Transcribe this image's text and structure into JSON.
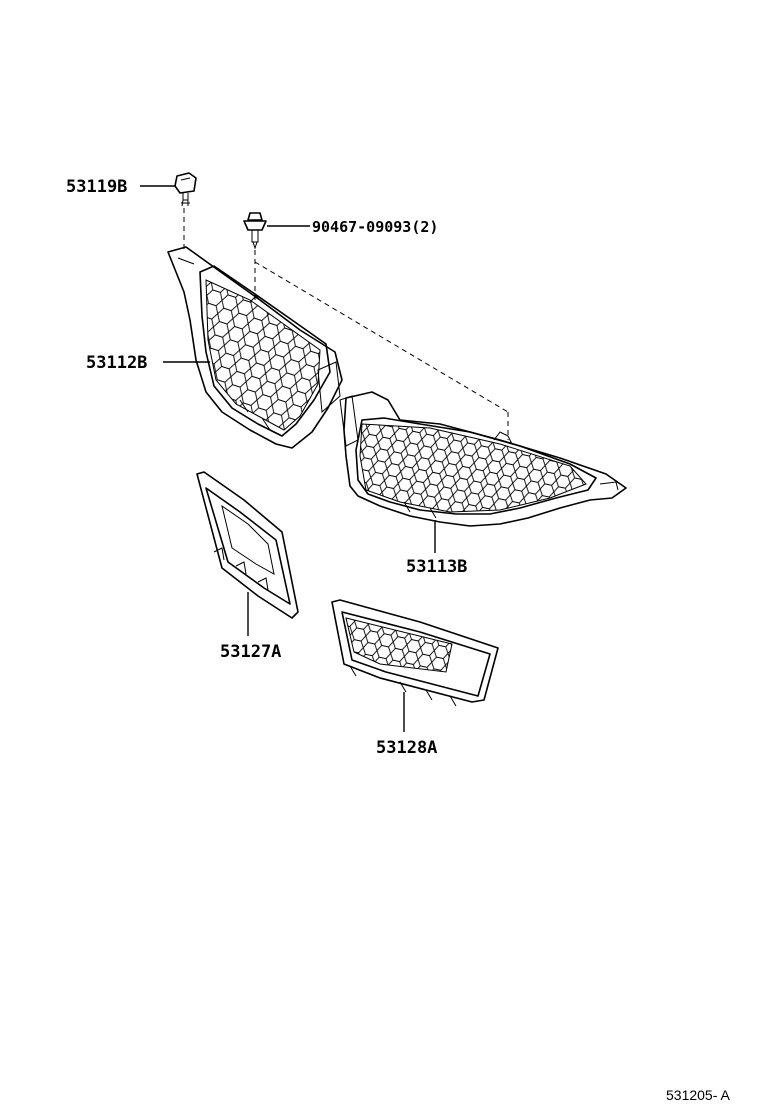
{
  "labels": {
    "clip_53119b": "53119B",
    "screw_90467": "90467-09093(2)",
    "grille_left_53112b": "53112B",
    "grille_right_53113b": "53113B",
    "panel_53127a": "53127A",
    "insert_53128a": "53128A"
  },
  "diagram_ref": "531205- A"
}
